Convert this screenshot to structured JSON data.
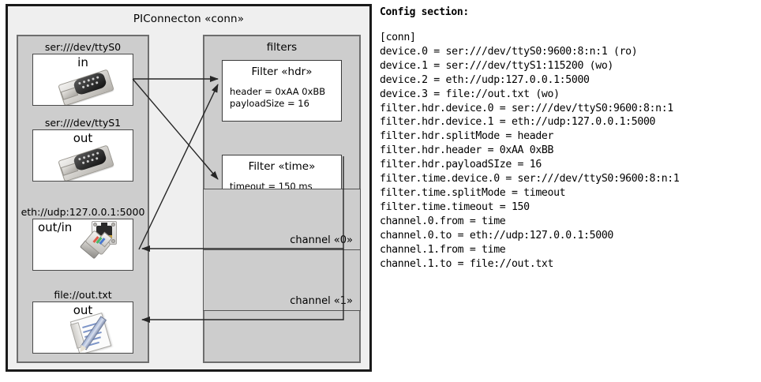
{
  "diagram": {
    "title": "PIConnecton «conn»",
    "devices_panel": {
      "title": "",
      "devices": [
        {
          "label": "ser:///dev/ttyS0",
          "direction": "in",
          "icon": "serial-port-icon"
        },
        {
          "label": "ser:///dev/ttyS1",
          "direction": "out",
          "icon": "serial-port-icon"
        },
        {
          "label": "eth://udp:127.0.0.1:5000",
          "direction": "out/in",
          "icon": "ethernet-icon"
        },
        {
          "label": "file://out.txt",
          "direction": "out",
          "icon": "file-document-icon"
        }
      ]
    },
    "filters_panel": {
      "title": "filters",
      "filters": [
        {
          "title": "Filter «hdr»",
          "attrs": [
            "header = 0xAA 0xBB",
            "payloadSize = 16"
          ]
        },
        {
          "title": "Filter «time»",
          "attrs": [
            "timeout = 150 ms"
          ]
        }
      ],
      "channels": [
        {
          "label": "channel «0»"
        },
        {
          "label": "channel «1»"
        }
      ]
    },
    "colors": {
      "outer_frame_bg": "#efefef",
      "outer_frame_border": "#1a1a1a",
      "panel_bg": "#cdcdcd",
      "panel_border": "#6e6e6e",
      "node_bg": "#ffffff",
      "node_border": "#3a3a3a",
      "arrow": "#262626"
    }
  },
  "config": {
    "heading": "Config section:",
    "lines": [
      "[conn]",
      "device.0 = ser:///dev/ttyS0:9600:8:n:1 (ro)",
      "device.1 = ser:///dev/ttyS1:115200 (wo)",
      "device.2 = eth://udp:127.0.0.1:5000",
      "device.3 = file://out.txt (wo)",
      "filter.hdr.device.0 = ser:///dev/ttyS0:9600:8:n:1",
      "filter.hdr.device.1 = eth://udp:127.0.0.1:5000",
      "filter.hdr.splitMode = header",
      "filter.hdr.header = 0xAA 0xBB",
      "filter.hdr.payloadSIze = 16",
      "filter.time.device.0 = ser:///dev/ttyS0:9600:8:n:1",
      "filter.time.splitMode = timeout",
      "filter.time.timeout = 150",
      "channel.0.from = time",
      "channel.0.to = eth://udp:127.0.0.1:5000",
      "channel.1.from = time",
      "channel.1.to = file://out.txt"
    ]
  }
}
